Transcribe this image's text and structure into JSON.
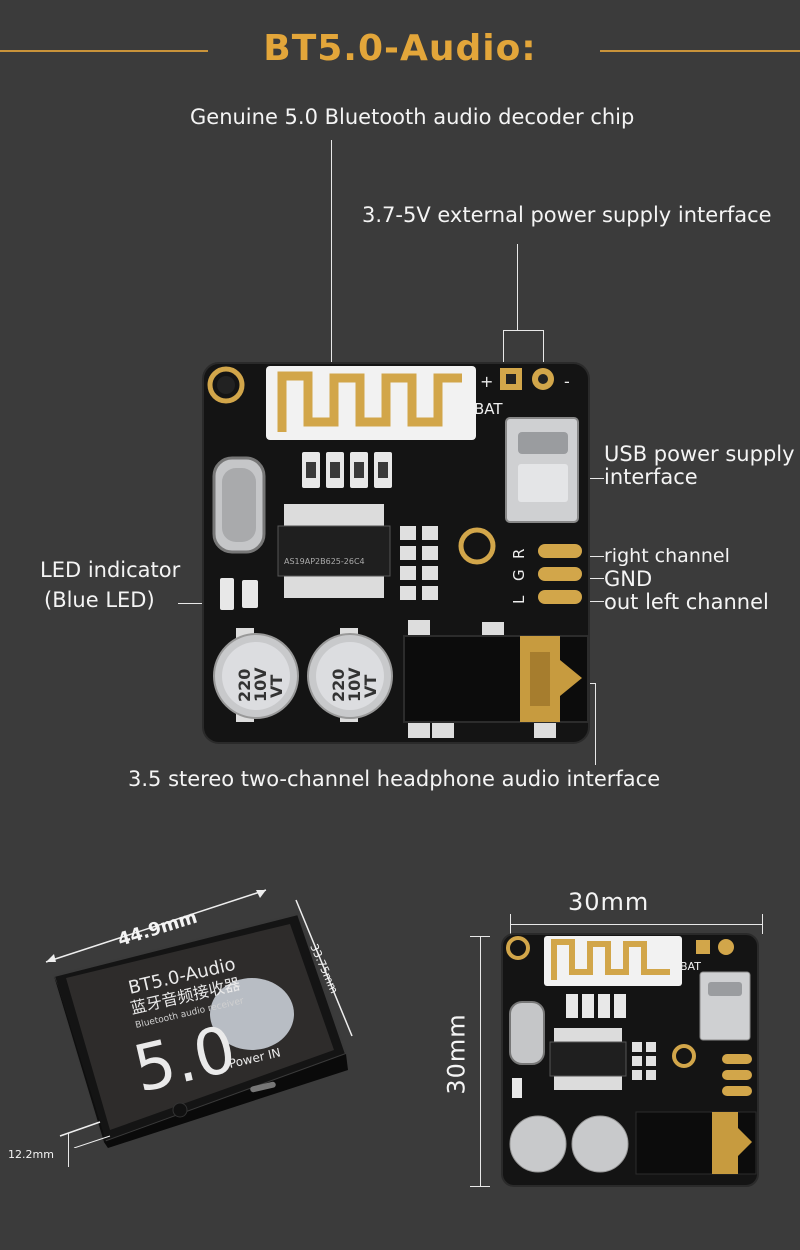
{
  "header": {
    "title": "BT5.0-Audio:"
  },
  "callouts": {
    "chip": "Genuine 5.0 Bluetooth audio decoder chip",
    "power": "3.7-5V external power supply interface",
    "usb_line1": "USB power supply",
    "usb_line2": "interface",
    "right_channel": "right channel",
    "gnd": "GND",
    "left_channel": "out left channel",
    "led_line1": "LED indicator",
    "led_line2": "(Blue LED)",
    "headphone": "3.5 stereo two-channel headphone audio interface"
  },
  "board": {
    "bat_label": "BAT",
    "plus": "+",
    "minus": "-",
    "pin_labels": [
      "R",
      "G",
      "L"
    ],
    "chip_marking": "AS19AP2B625-26C4",
    "cap_text": [
      "220",
      "10V",
      "VT"
    ]
  },
  "case": {
    "title": "BT5.0-Audio",
    "chinese": "蓝牙音频接收器",
    "subtitle": "Bluetooth audio receiver",
    "big_number": "5.0",
    "power_label": "Power IN",
    "dim_length": "44.9mm",
    "dim_width": "33.75mm",
    "dim_height": "12.2mm"
  },
  "small_board": {
    "dim_width": "30mm",
    "dim_height": "30mm"
  },
  "colors": {
    "background": "#3b3b3b",
    "title": "#e3a63a",
    "board": "#141414",
    "gold": "#d2a64a"
  }
}
